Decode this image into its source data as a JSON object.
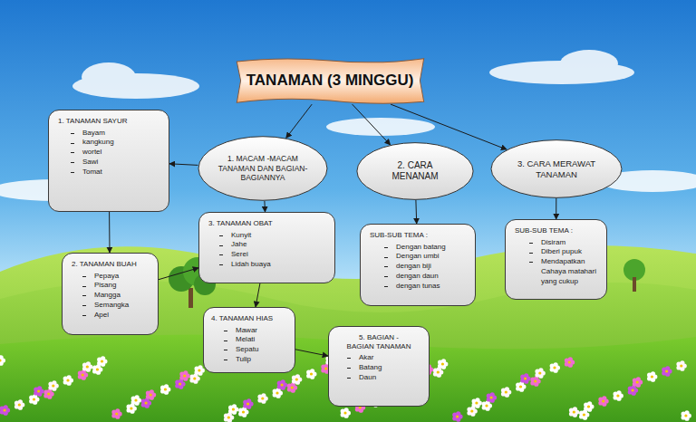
{
  "diagram": {
    "nodes": [
      {
        "text": [
          "TANAMAN (3 MINGGU)"
        ]
      },
      {
        "text": [
          "1. MACAM -MACAM TANAMAN DAN BAGIAN-BAGIANNYA"
        ]
      },
      {
        "text": [
          "2. CARA MENANAM"
        ]
      },
      {
        "text": [
          "3. CARA MERAWAT TANAMAN"
        ]
      },
      {
        "text": [
          "1. TANAMAN SAYUR",
          "Bayam",
          "kangkung",
          "wortel",
          "Sawi",
          "Tomat"
        ]
      },
      {
        "text": [
          "2. TANAMAN BUAH",
          "Pepaya",
          "Pisang",
          "Mangga",
          "Semangka",
          "Apel"
        ]
      },
      {
        "text": [
          "3. TANAMAN OBAT",
          "Kunyit",
          "Jahe",
          "Serei",
          "Lidah buaya"
        ]
      },
      {
        "text": [
          "4. TANAMAN HIAS",
          "Mawar",
          "Melati",
          "Sepatu",
          "Tulip"
        ]
      },
      {
        "text": [
          "5. BAGIAN -BAGIAN TANAMAN",
          "Akar",
          "Batang",
          "Daun"
        ]
      },
      {
        "text": [
          "SUB-SUB TEMA :",
          "Dengan batang",
          "Dengan umbi",
          "dengan biji",
          "dengan daun",
          "dengan tunas"
        ]
      },
      {
        "text": [
          "SUB-SUB TEMA :",
          "Disiram",
          "Diberi pupuk",
          "Mendapatkan Cahaya matahari yang cukup"
        ]
      }
    ],
    "edges": [
      {
        "from": 0,
        "to": 1,
        "arrow": "to"
      },
      {
        "from": 0,
        "to": 2,
        "arrow": "to"
      },
      {
        "from": 0,
        "to": 3,
        "arrow": "to"
      },
      {
        "from": 1,
        "to": 4,
        "arrow": "to"
      },
      {
        "from": 4,
        "to": 5,
        "arrow": "to"
      },
      {
        "from": 5,
        "to": 6,
        "arrow": "to"
      },
      {
        "from": 1,
        "to": 6,
        "arrow": "to"
      },
      {
        "from": 6,
        "to": 7,
        "arrow": "to"
      },
      {
        "from": 7,
        "to": 8,
        "arrow": "to"
      },
      {
        "from": 2,
        "to": 9,
        "arrow": "to"
      },
      {
        "from": 3,
        "to": 10,
        "arrow": "to"
      }
    ]
  }
}
